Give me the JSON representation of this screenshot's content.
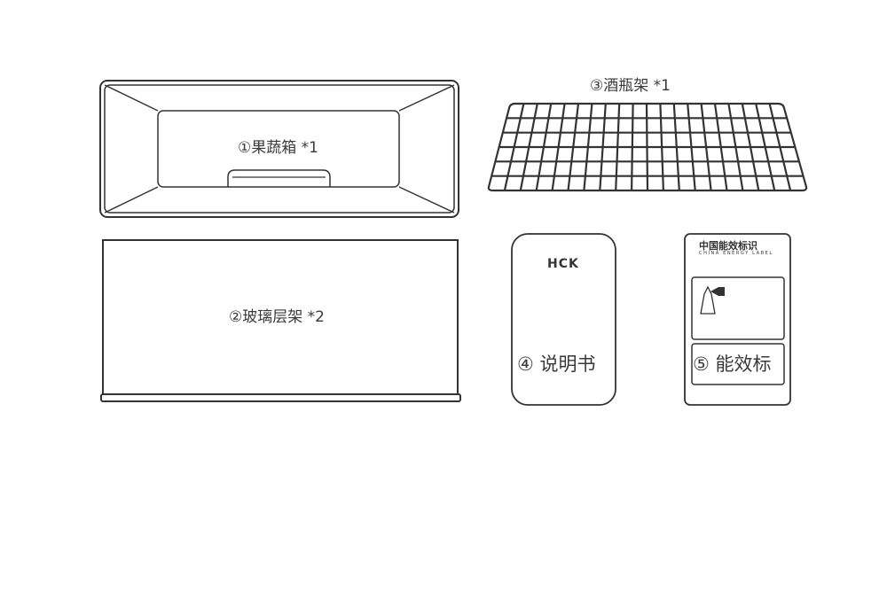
{
  "items": {
    "crisper": {
      "label": "①果蔬箱 *1",
      "icon": "crisper-drawer-icon"
    },
    "glass_shelf": {
      "label": "②玻璃层架 *2",
      "icon": "glass-shelf-icon"
    },
    "wine_rack": {
      "label": "③酒瓶架 *1",
      "icon": "wine-rack-icon"
    },
    "manual": {
      "label": "④ 说明书",
      "brand": "HCK",
      "icon": "manual-booklet-icon"
    },
    "energy_label": {
      "label": "⑤ 能效标",
      "header_cn": "中国能效标识",
      "header_en": "CHINA ENERGY LABEL",
      "icon": "energy-label-icon"
    }
  },
  "colors": {
    "stroke": "#333333",
    "text": "#3a3a3a"
  }
}
